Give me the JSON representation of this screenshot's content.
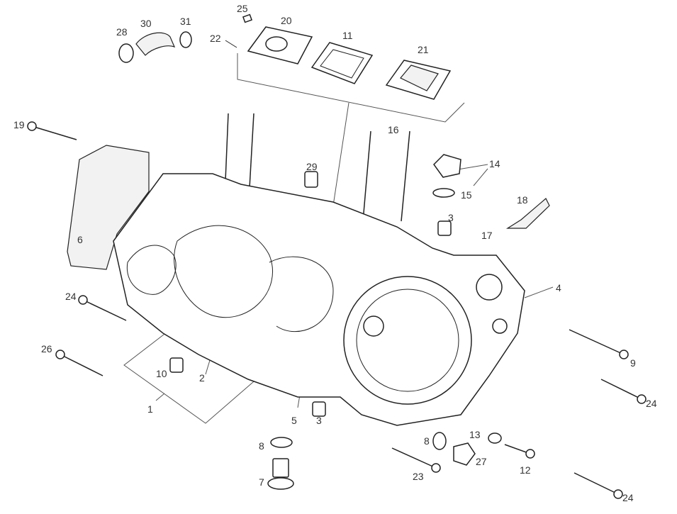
{
  "callouts": [
    "1",
    "2",
    "3",
    "3",
    "4",
    "5",
    "6",
    "7",
    "8",
    "8",
    "9",
    "10",
    "11",
    "12",
    "13",
    "14",
    "15",
    "16",
    "17",
    "18",
    "19",
    "20",
    "21",
    "22",
    "23",
    "24",
    "24",
    "24",
    "25",
    "26",
    "27",
    "28",
    "29",
    "30",
    "31"
  ]
}
